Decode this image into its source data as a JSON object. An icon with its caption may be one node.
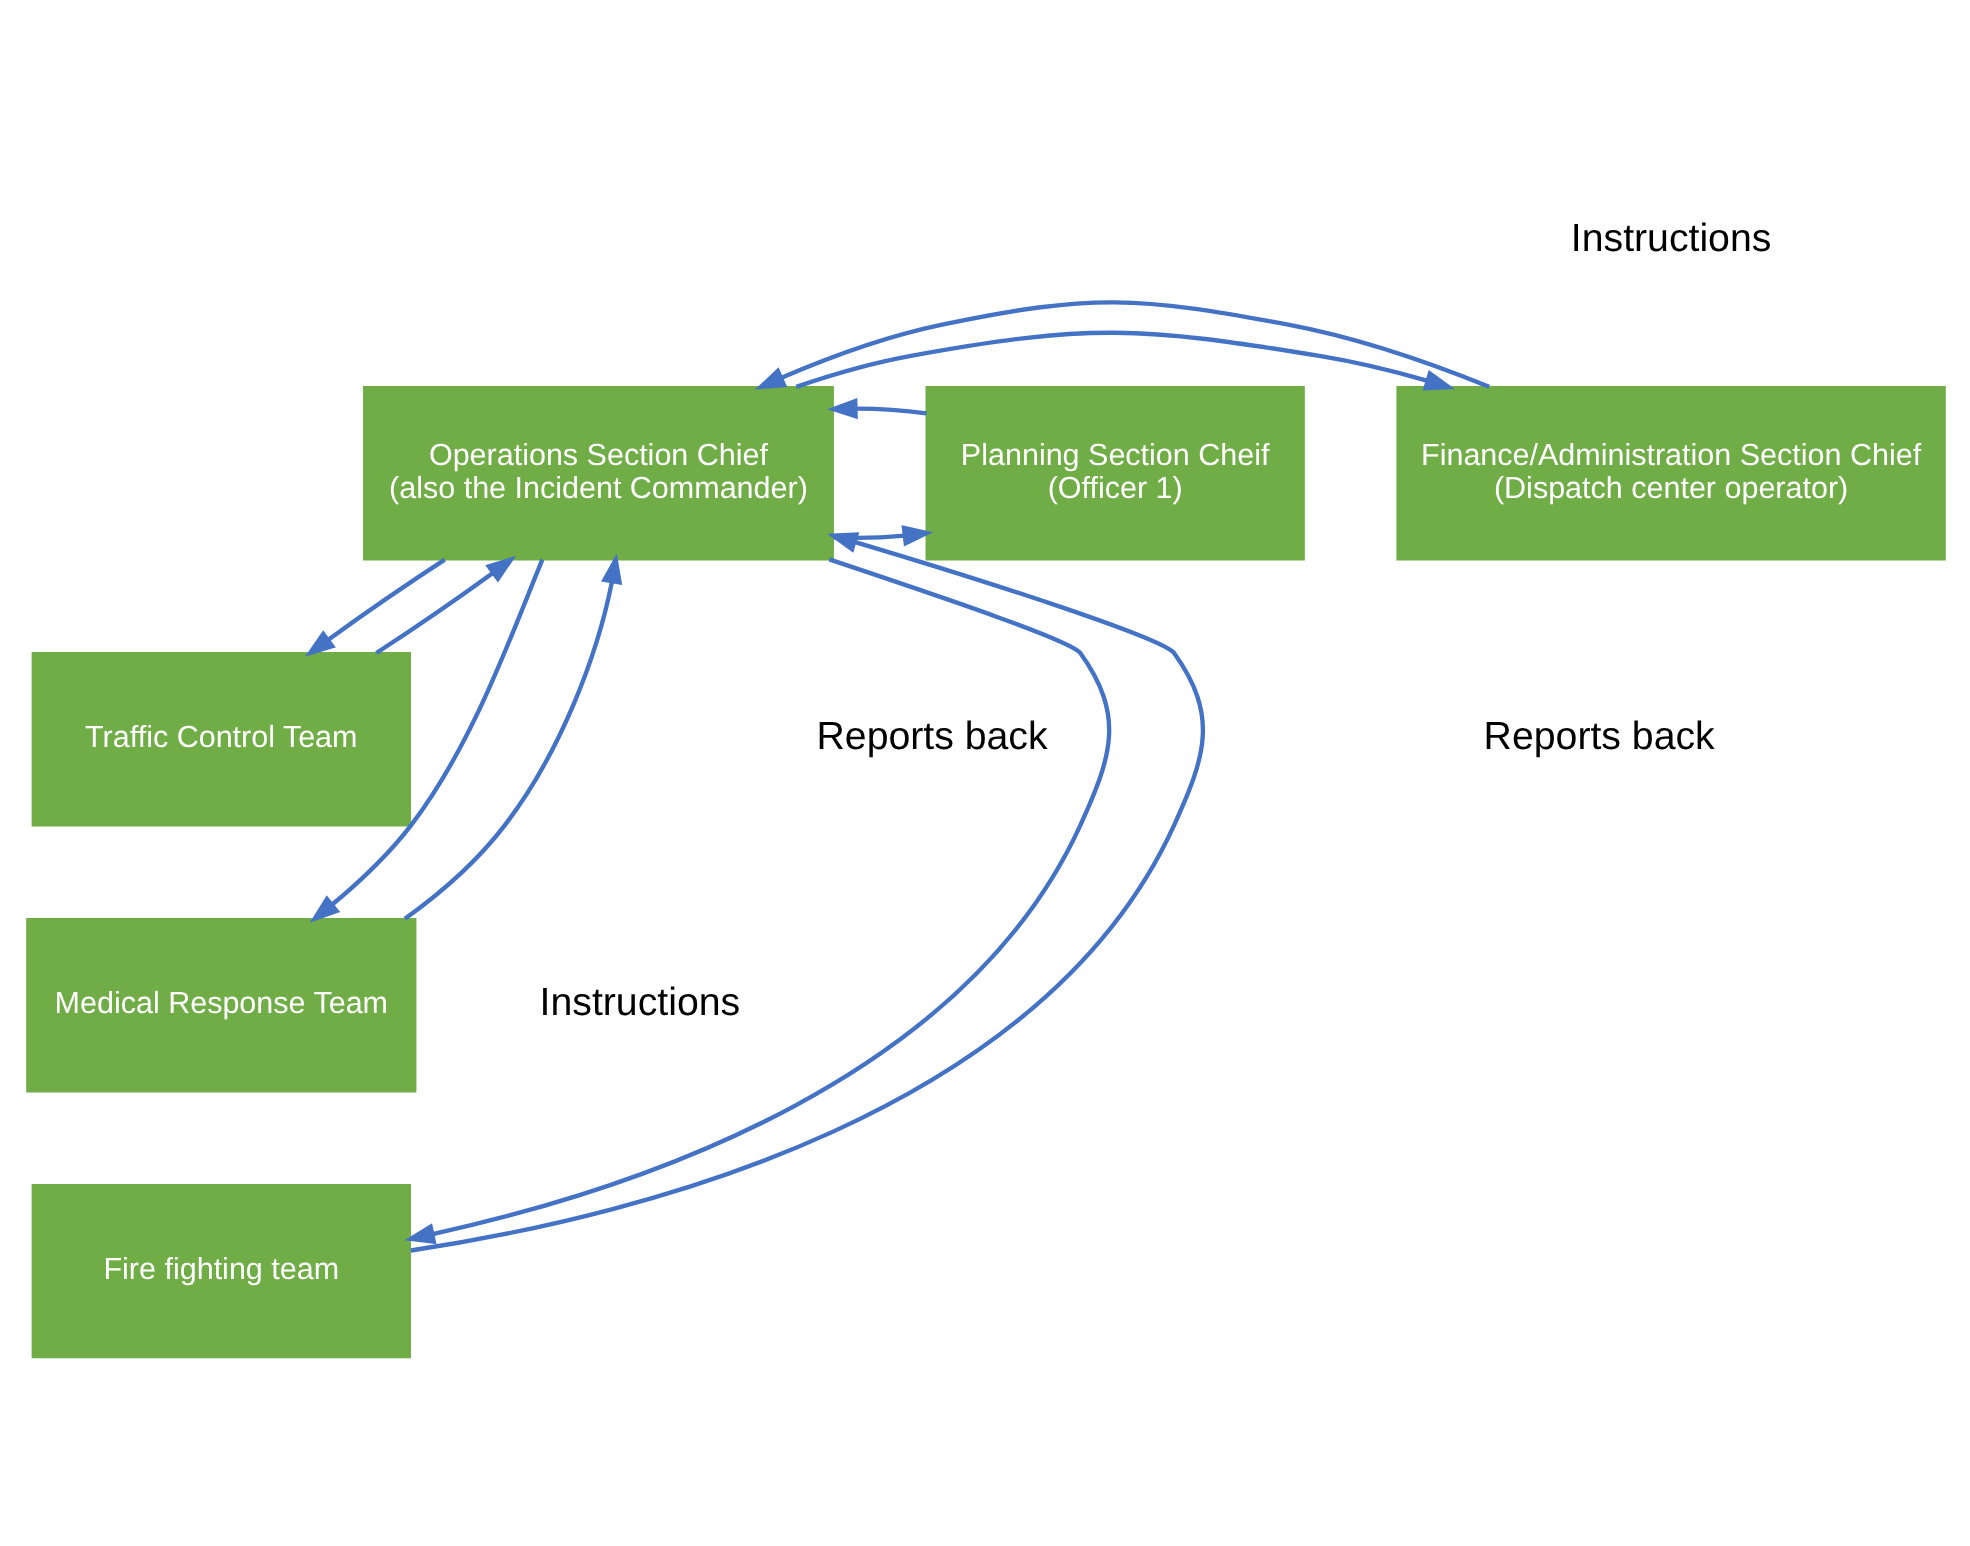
{
  "diagram": {
    "nodes": [
      {
        "text": [
          "Operations Section Chief",
          "(also the Incident Commander)"
        ]
      },
      {
        "text": [
          "Planning Section Cheif",
          "(Officer 1)"
        ]
      },
      {
        "text": [
          "Finance/Administration Section Chief",
          "(Dispatch center operator)"
        ]
      },
      {
        "text": [
          "Traffic Control Team"
        ]
      },
      {
        "text": [
          "Medical Response Team"
        ]
      },
      {
        "text": [
          "Fire fighting team"
        ]
      }
    ],
    "edges": [
      {
        "from": 0,
        "to": 1,
        "arrow": "to"
      },
      {
        "from": 0,
        "to": 2,
        "arrow": "to"
      },
      {
        "from": 1,
        "to": 0,
        "arrow": "to"
      },
      {
        "from": 2,
        "to": 0,
        "arrow": "to"
      },
      {
        "from": 0,
        "to": 3,
        "arrow": "to"
      },
      {
        "from": 0,
        "to": 4,
        "arrow": "to"
      },
      {
        "from": 0,
        "to": 5,
        "arrow": "to"
      },
      {
        "from": 3,
        "to": 0,
        "arrow": "to"
      },
      {
        "from": 4,
        "to": 0,
        "arrow": "to"
      },
      {
        "from": 5,
        "to": 0,
        "arrow": "to"
      }
    ],
    "labels": [
      "Instructions",
      "Reports back",
      "Reports back",
      "Instructions"
    ]
  }
}
